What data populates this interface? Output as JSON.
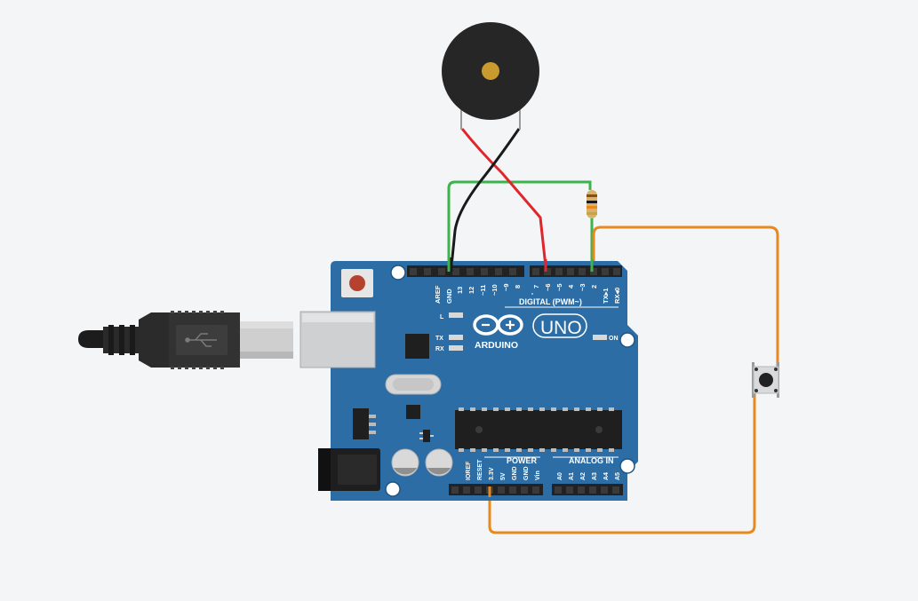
{
  "board": {
    "brand": "ARDUINO",
    "model": "UNO",
    "digital_header_label": "DIGITAL (PWM~)",
    "power_label": "POWER",
    "analog_label": "ANALOG IN",
    "led_l": "L",
    "led_tx": "TX",
    "led_rx": "RX",
    "led_on": "ON",
    "digital_pins_left": [
      "AREF",
      "GND",
      "13",
      "12",
      "~11",
      "~10",
      "~9",
      "8"
    ],
    "digital_pins_right": [
      "7",
      "~6",
      "~5",
      "4",
      "~3",
      "2",
      "TX▸1",
      "RX◂0"
    ],
    "power_pins": [
      "IOREF",
      "RESET",
      "3.3V",
      "5V",
      "GND",
      "GND",
      "Vin"
    ],
    "analog_pins": [
      "A0",
      "A1",
      "A2",
      "A3",
      "A4",
      "A5"
    ]
  },
  "components": {
    "buzzer": "piezo-buzzer",
    "resistor": "resistor",
    "pushbutton": "pushbutton",
    "usb_cable": "usb-cable"
  },
  "colors": {
    "background": "#f4f5f7",
    "board": "#2b6da4",
    "wire_green": "#3cb44b",
    "wire_red": "#e0252b",
    "wire_black": "#1a1a1a",
    "wire_orange": "#e8891d",
    "buzzer": "#262626",
    "buzzer_center": "#c99a2e"
  }
}
